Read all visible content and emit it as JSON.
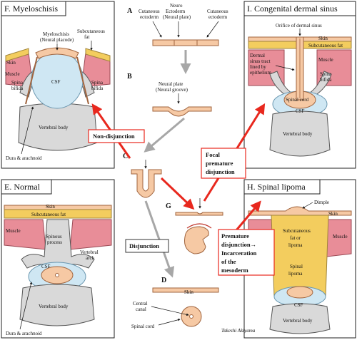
{
  "panels": {
    "F": {
      "title": "F. Myeloschisis",
      "labels": {
        "myeloschisis": "Myeloschisis",
        "neural_placode": "(Neural placode)",
        "subcutaneous": "Subcutaneous",
        "fat": "fat",
        "skin": "Skin",
        "muscle": "Muscle",
        "spina": "Spina",
        "bifida": "bifida",
        "csf": "CSF",
        "vertebral_body": "Vertebral body",
        "dura": "Dura & arachnoid"
      }
    },
    "I": {
      "title": "I. Congenital dermal sinus",
      "labels": {
        "orifice": "Orifice of dermal sinus",
        "skin": "Skin",
        "subcutaneous_fat": "Subcutaneous fat",
        "dermal": "Dermal",
        "sinus_tract": "sinus tract",
        "lined_by": "lined by",
        "epithelium": "epithelium",
        "muscle": "Muscle",
        "spina": "Spina",
        "bifida": "bifida",
        "spinal_cord": "Spinal cord",
        "csf": "CSF",
        "vertebral_body": "Vertebral body"
      }
    },
    "E": {
      "title": "E. Normal",
      "labels": {
        "skin": "Skin",
        "subcutaneous_fat": "Subcutaneous fat",
        "muscle": "Muscle",
        "spinous": "Spinous",
        "process": "process",
        "vertebral": "Vertebral",
        "arch": "arch",
        "csf": "CSF",
        "vertebral_body": "Vertebral body",
        "dura": "Dura & arachnoid"
      }
    },
    "H": {
      "title": "H. Spinal lipoma",
      "labels": {
        "dimple": "Dimple",
        "skin": "Skin",
        "subcutaneous": "Subcutaneous",
        "fat_or": "fat or",
        "lipoma": "lipoma",
        "muscle": "Muscle",
        "spinal": "Spinal",
        "csf": "CSF",
        "vertebral_body": "Vertebral body"
      }
    }
  },
  "stages": {
    "A": {
      "letter": "A",
      "neuro": "Neuro",
      "ectoderm": "Ectoderm",
      "neural_plate_paren": "(Neural plate)",
      "cutaneous": "Cutaneous",
      "ectoderm_l": "ectoderm",
      "ectoderm_r": "ectoderm"
    },
    "B": {
      "letter": "B",
      "neural_plate": "Neural plate",
      "neural_groove": "(Neural groove)"
    },
    "C": {
      "letter": "C"
    },
    "D": {
      "letter": "D",
      "skin": "Skin",
      "central": "Central",
      "canal": "canal",
      "spinal_cord": "Spinal cord"
    },
    "G": {
      "letter": "G"
    }
  },
  "boxes": {
    "nondisjunction": "Non-disjunction",
    "disjunction": "Disjunction",
    "focal": [
      "Focal",
      "premature",
      "disjunction"
    ],
    "premature": [
      "Premature",
      "disjunction→",
      "Incarceration",
      "of the",
      "mesoderm"
    ]
  },
  "signature": "Takeshi Akiyama",
  "colors": {
    "tissue": "#f6c9a4",
    "tissue_stroke": "#a0643e",
    "fat": "#f3cd5e",
    "muscle": "#e88d98",
    "csf": "#cfe7f3",
    "bone": "#d9d9d9",
    "red_arrow": "#e8281e",
    "gray_arrow": "#a7a7a7"
  }
}
